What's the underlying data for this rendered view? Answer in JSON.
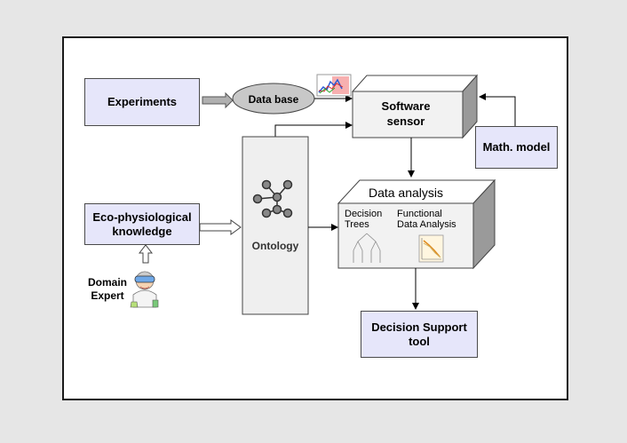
{
  "diagram": {
    "experiments": "Experiments",
    "database": "Data base",
    "software_sensor": [
      "Software",
      "sensor"
    ],
    "math_model": "Math. model",
    "eco_knowledge": [
      "Eco-physiological",
      "knowledge"
    ],
    "domain_expert": [
      "Domain",
      "Expert"
    ],
    "ontology": "Ontology",
    "data_analysis": {
      "title": "Data analysis",
      "decision_trees": [
        "Decision",
        "Trees"
      ],
      "functional_analysis": [
        "Functional",
        "Data Analysis"
      ]
    },
    "decision_support": [
      "Decision Support",
      "tool"
    ]
  },
  "colors": {
    "box_fill": "#e6e6fa",
    "cube_fill": "#f2f2f2",
    "background": "#e6e6e6"
  }
}
